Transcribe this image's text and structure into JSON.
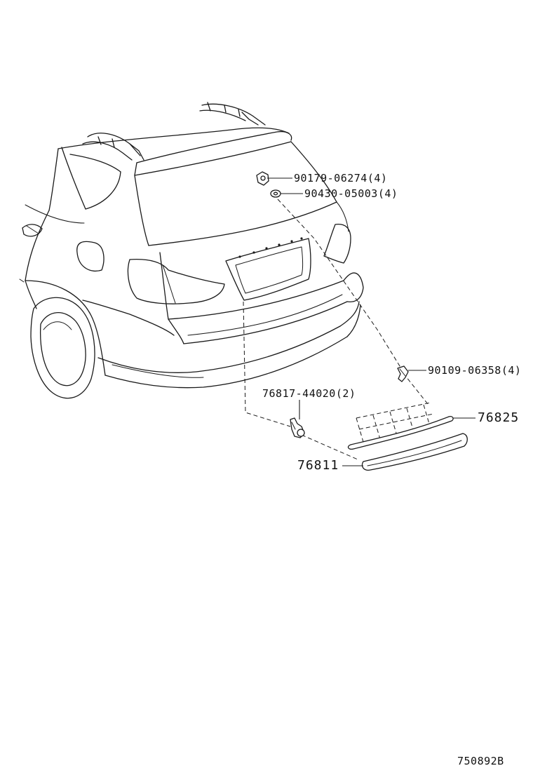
{
  "diagram": {
    "part_labels": [
      {
        "id": "nut",
        "text": "90179-06274(4)"
      },
      {
        "id": "washer",
        "text": "90430-05003(4)"
      },
      {
        "id": "screw",
        "text": "90109-06358(4)"
      },
      {
        "id": "socket",
        "text": "76817-44020(2)"
      },
      {
        "id": "gasket",
        "text": "76825"
      },
      {
        "id": "garnish",
        "text": "76811"
      }
    ],
    "drawing_number": "750892B"
  }
}
